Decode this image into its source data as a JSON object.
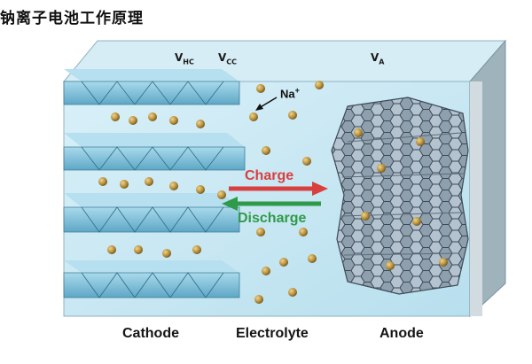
{
  "title": "钠离子电池工作原理",
  "potential_labels": {
    "v_hc": {
      "main": "V",
      "sub": "HC"
    },
    "v_cc": {
      "main": "V",
      "sub": "CC"
    },
    "v_a": {
      "main": "V",
      "sub": "A"
    }
  },
  "ion": {
    "main": "Na",
    "sup": "+"
  },
  "arrows": {
    "charge": "Charge",
    "discharge": "Discharge"
  },
  "regions": {
    "cathode": "Cathode",
    "electrolyte": "Electrolyte",
    "anode": "Anode"
  },
  "colors": {
    "electrolyte": "#c8e8f3",
    "cathode": "#86c6de",
    "anode": "#7e8f9d",
    "ion": "#b08a3a",
    "charge_arrow": "#d8403f",
    "discharge_arrow": "#2f9a4a"
  }
}
